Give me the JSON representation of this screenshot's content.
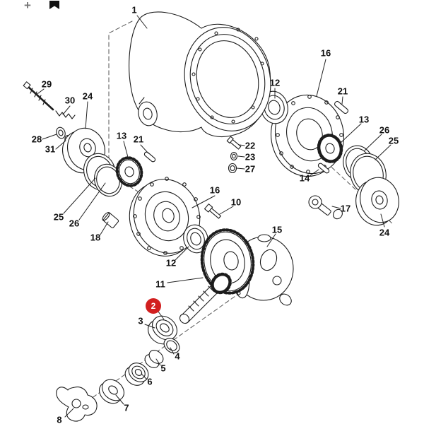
{
  "page": {
    "background": "#ffffff",
    "kind": "exploded-parts-diagram",
    "subject": "differential / axle assembly exploded view"
  },
  "toolbar": {
    "icons": [
      {
        "name": "add-icon",
        "glyph": "+"
      },
      {
        "name": "bookmark-icon",
        "glyph": ""
      }
    ]
  },
  "diagram": {
    "stroke_color": "#1c1c1c",
    "guide_line_style": "dashed",
    "highlight": {
      "selected_part": "2",
      "fill": "#d21f1f",
      "text_color": "#ffffff",
      "shape": "circle"
    },
    "labels": [
      {
        "text": "1"
      },
      {
        "text": "29"
      },
      {
        "text": "30"
      },
      {
        "text": "24"
      },
      {
        "text": "28"
      },
      {
        "text": "31"
      },
      {
        "text": "13"
      },
      {
        "text": "21"
      },
      {
        "text": "25"
      },
      {
        "text": "26"
      },
      {
        "text": "18"
      },
      {
        "text": "16"
      },
      {
        "text": "10"
      },
      {
        "text": "12"
      },
      {
        "text": "11"
      },
      {
        "text": "15"
      },
      {
        "text": "16"
      },
      {
        "text": "12"
      },
      {
        "text": "21"
      },
      {
        "text": "13"
      },
      {
        "text": "26"
      },
      {
        "text": "25"
      },
      {
        "text": "22"
      },
      {
        "text": "23"
      },
      {
        "text": "27"
      },
      {
        "text": "14"
      },
      {
        "text": "17"
      },
      {
        "text": "24"
      },
      {
        "text": "2"
      },
      {
        "text": "3"
      },
      {
        "text": "4"
      },
      {
        "text": "5"
      },
      {
        "text": "6"
      },
      {
        "text": "7"
      },
      {
        "text": "8"
      }
    ]
  }
}
